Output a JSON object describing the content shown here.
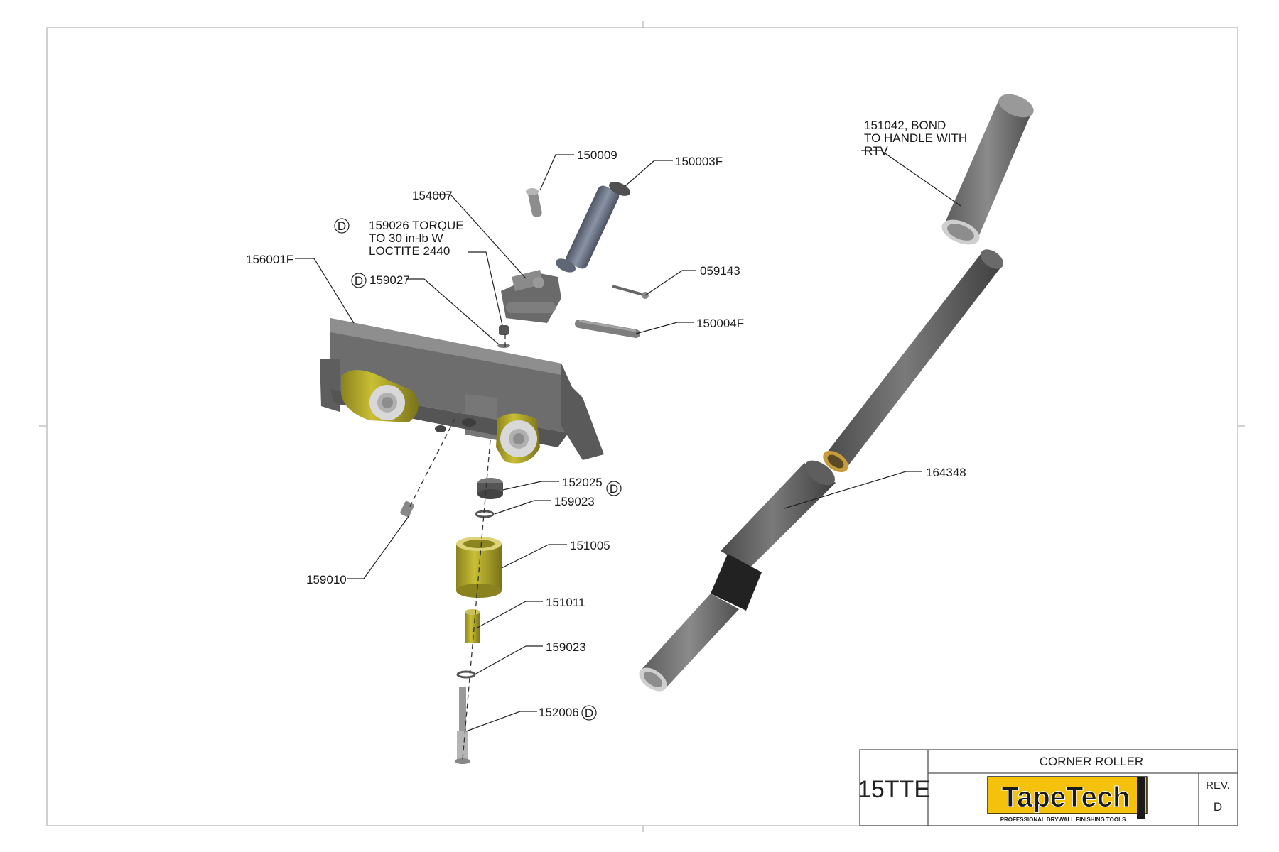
{
  "title_block": {
    "part_number": "15TTE",
    "title": "CORNER ROLLER",
    "rev_label": "REV.",
    "rev_value": "D",
    "logo_text": "TapeTech",
    "logo_tagline": "PROFESSIONAL DRYWALL FINISHING TOOLS",
    "colors": {
      "logo_bg": "#f4c20d",
      "logo_text": "#1a1a1a",
      "logo_shadow": "#ffffff"
    }
  },
  "revision_marker": "D",
  "callouts": [
    {
      "id": "150009",
      "lines": [
        "150009"
      ]
    },
    {
      "id": "150003F",
      "lines": [
        "150003F"
      ]
    },
    {
      "id": "154007",
      "lines": [
        "154007"
      ]
    },
    {
      "id": "159026",
      "lines": [
        "159026 TORQUE",
        "TO 30 in-lb W",
        "LOCTITE 2440"
      ],
      "revised": true
    },
    {
      "id": "156001F",
      "lines": [
        "156001F"
      ]
    },
    {
      "id": "159027",
      "lines": [
        "159027"
      ],
      "revised": true
    },
    {
      "id": "059143",
      "lines": [
        "059143"
      ]
    },
    {
      "id": "150004F",
      "lines": [
        "150004F"
      ]
    },
    {
      "id": "152025",
      "lines": [
        "152025"
      ],
      "revised": true
    },
    {
      "id": "159023a",
      "lines": [
        "159023"
      ]
    },
    {
      "id": "151005",
      "lines": [
        "151005"
      ]
    },
    {
      "id": "159010",
      "lines": [
        "159010"
      ]
    },
    {
      "id": "151011",
      "lines": [
        "151011"
      ]
    },
    {
      "id": "159023b",
      "lines": [
        "159023"
      ]
    },
    {
      "id": "152006",
      "lines": [
        "152006"
      ],
      "revised": true
    },
    {
      "id": "151042",
      "lines": [
        "151042, BOND",
        "TO HANDLE WITH",
        "RTV"
      ]
    },
    {
      "id": "164348",
      "lines": [
        "164348"
      ]
    }
  ],
  "colors": {
    "frame_dark": "#5a5a5a",
    "frame_mid": "#7d7d7d",
    "frame_light": "#9a9a9a",
    "roller_olive": "#b5ac2a",
    "roller_olive_dark": "#7f781c",
    "tube_dark": "#555555",
    "tube_mid": "#6f6f6f",
    "pin_blue": "#6a7383",
    "bronze": "#c79a3c"
  }
}
